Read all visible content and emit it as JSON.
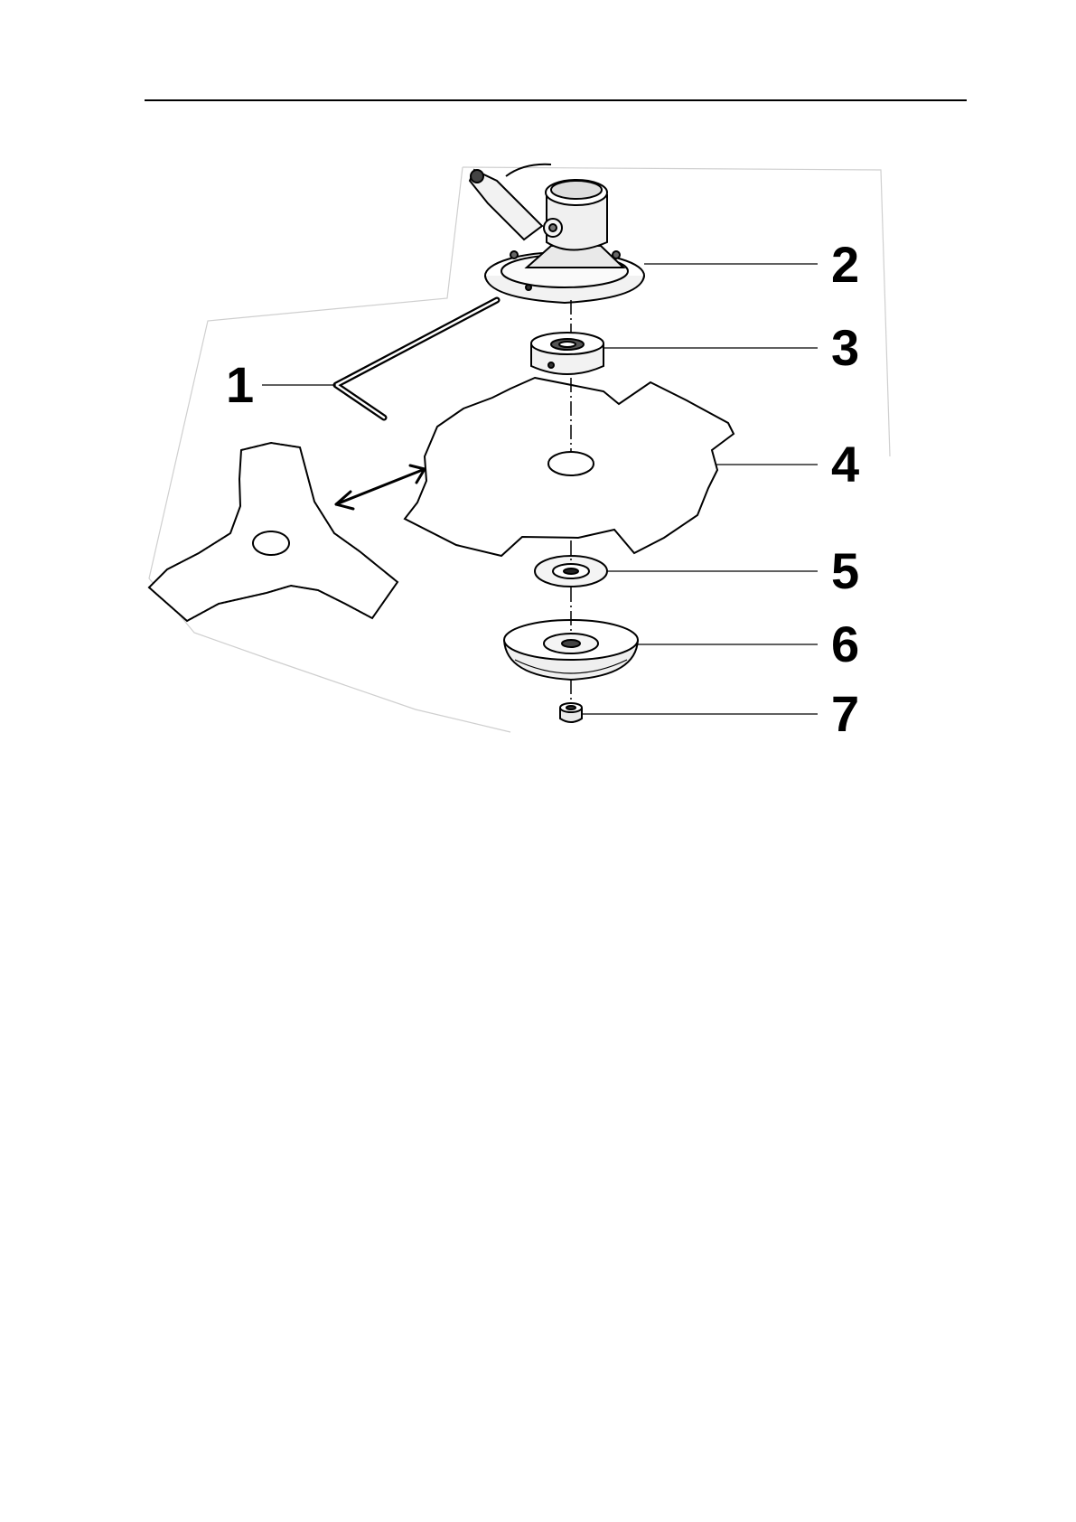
{
  "figure": {
    "callouts": [
      {
        "label": "1",
        "part": "hex-key"
      },
      {
        "label": "2",
        "part": "gear-head"
      },
      {
        "label": "3",
        "part": "upper-flange"
      },
      {
        "label": "4",
        "part": "four-tooth-blade"
      },
      {
        "label": "5",
        "part": "lower-washer"
      },
      {
        "label": "6",
        "part": "support-cup"
      },
      {
        "label": "7",
        "part": "blade-nut"
      }
    ]
  },
  "colors": {
    "ink": "#000000",
    "paper": "#ffffff"
  }
}
